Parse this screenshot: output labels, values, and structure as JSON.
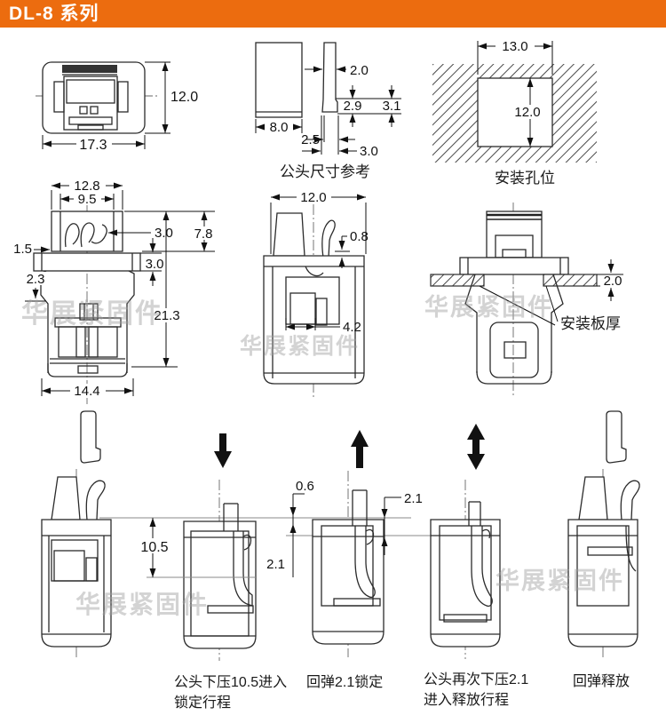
{
  "header": {
    "title": "DL-8 系列"
  },
  "colors": {
    "accent": "#ec6c0f",
    "line": "#2b2b2b"
  },
  "watermark": {
    "text": "华展紧固件"
  },
  "top_view": {
    "width": "17.3",
    "height": "12.0"
  },
  "plug_ref": {
    "label": "公头尺寸参考",
    "body_width": "8.0",
    "tip_thickness": "2.0",
    "notch_height": "2.9",
    "tip_height": "3.1",
    "notch_width": "2.5",
    "foot_width": "3.0"
  },
  "mount_hole": {
    "label": "安装孔位",
    "width": "13.0",
    "height": "12.0"
  },
  "front_view": {
    "head_width": "12.8",
    "inner_width": "9.5",
    "hook_offset": "3.0",
    "head_height": "7.8",
    "lip": "1.5",
    "flange_height": "3.0",
    "barb": "2.3",
    "body_height": "21.3",
    "body_width": "14.4"
  },
  "side_view": {
    "width": "12.0",
    "hook_gap": "0.8",
    "slot_width": "4.2"
  },
  "install_view": {
    "label": "安装板厚",
    "plate_thickness": "2.0"
  },
  "sequence": {
    "press_travel": "10.5",
    "overtravel": "0.6",
    "rebound_lock": "2.1",
    "press_release": "2.1",
    "captions": {
      "step1_line1": "公头下压10.5进入",
      "step1_line2": "锁定行程",
      "step2": "回弹2.1锁定",
      "step3_line1": "公头再次下压2.1",
      "step3_line2": "进入释放行程",
      "step4": "回弹释放"
    }
  }
}
